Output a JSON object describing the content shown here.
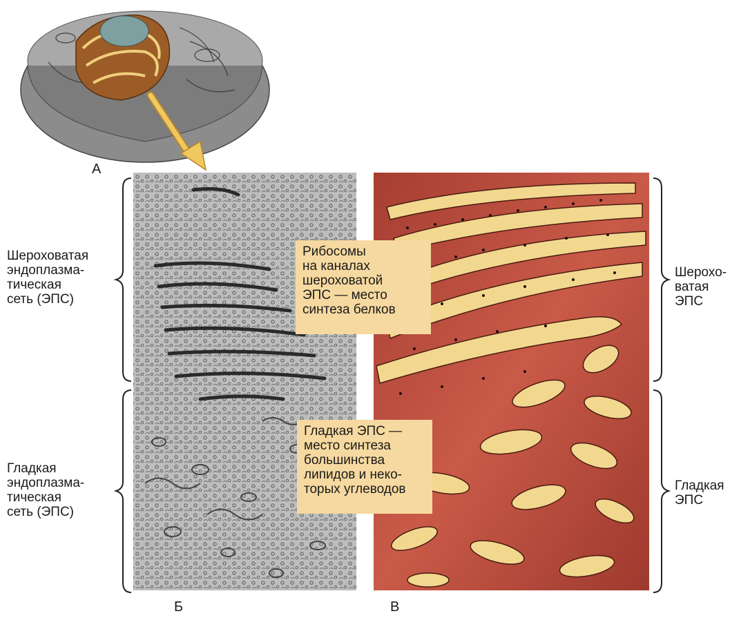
{
  "panels": {
    "a_label": "А",
    "b_label": "Б",
    "c_label": "В"
  },
  "left_labels": {
    "rough": "Шероховатая\nэндоплазма-\nтическая\nсеть (ЭПС)",
    "smooth": "Гладкая\nэндоплазма-\nтическая\nсеть (ЭПС)"
  },
  "right_labels": {
    "rough": "Шерохо-\nватая\nЭПС",
    "smooth": "Гладкая\nЭПС"
  },
  "callouts": {
    "ribosomes": "Рибосомы\nна каналах\nшероховатой\nЭПС — место\nсинтеза белков",
    "smooth_er": "Гладкая ЭПС —\nместо синтеза\nбольшинства\nлипидов и неко-\nторых углеводов"
  },
  "colors": {
    "cell_shell": "#8a8a8a",
    "er_brown": "#a0602a",
    "micrograph": "#b8b8b8",
    "illustration_red": "#b5493c",
    "lumen_cream": "#f2d88f",
    "callout_bg": "#f6d9a0",
    "arrow": "#f0c860"
  }
}
